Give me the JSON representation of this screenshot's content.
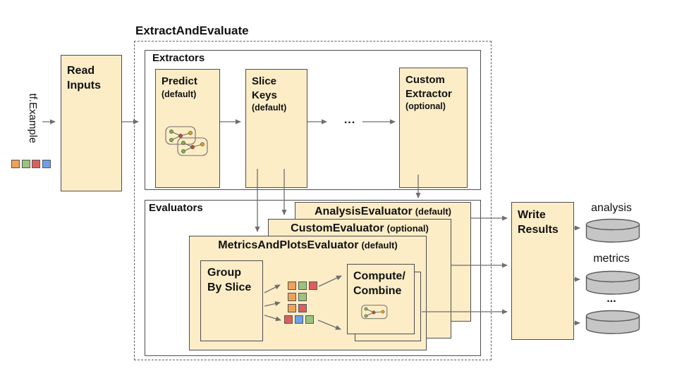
{
  "colors": {
    "box_fill": "#FCEDC7",
    "box_border": "#4d4d4d",
    "arrow": "#6e6e6e",
    "orange": "#F0A159",
    "green": "#9CC27E",
    "red": "#DC5F5C",
    "blue": "#6E9FE8",
    "square_border": "#555555",
    "cylinder_fill": "#C6C6C6",
    "cylinder_stroke": "#5a5a5a"
  },
  "pipeline": {
    "title": "ExtractAndEvaluate"
  },
  "input": {
    "label": "tf.Example",
    "squares": [
      "orange",
      "green",
      "red",
      "blue"
    ]
  },
  "read_inputs": {
    "label": "Read\nInputs"
  },
  "extractors": {
    "label": "Extractors",
    "predict": {
      "name": "Predict",
      "qualifier": "(default)"
    },
    "slice_keys": {
      "name": "Slice\nKeys",
      "qualifier": "(default)"
    },
    "ellipsis": "...",
    "custom": {
      "name": "Custom\nExtractor",
      "qualifier": "(optional)"
    }
  },
  "evaluators": {
    "label": "Evaluators",
    "analysis": {
      "name": "AnalysisEvaluator",
      "qualifier": "(default)"
    },
    "custom": {
      "name": "CustomEvaluator",
      "qualifier": "(optional)"
    },
    "metrics_plots": {
      "name": "MetricsAndPlotsEvaluator",
      "qualifier": "(default)",
      "group_by_slice": "Group\nBy Slice",
      "compute_combine": "Compute/\nCombine",
      "slice_grid": [
        [
          "orange",
          "green",
          "red"
        ],
        [
          "orange",
          "green"
        ],
        [
          "orange",
          "red"
        ],
        [
          "red",
          "blue",
          "green"
        ]
      ]
    }
  },
  "write_results": {
    "label": "Write\nResults"
  },
  "outputs": {
    "analysis": "analysis",
    "metrics": "metrics",
    "more": "..."
  }
}
